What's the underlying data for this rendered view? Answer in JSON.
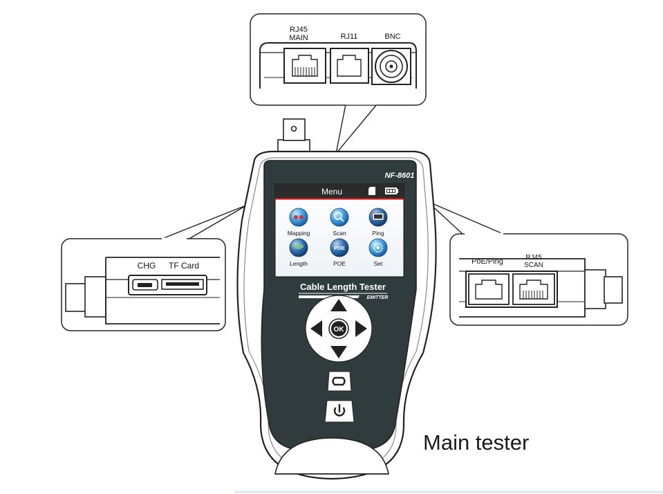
{
  "top_callout": {
    "rj45_main_line1": "RJ45",
    "rj45_main_line2": "MAIN",
    "rj11": "RJ11",
    "bnc": "BNC"
  },
  "left_callout": {
    "chg": "CHG",
    "tf_card": "TF Card"
  },
  "right_callout": {
    "poe_ping": "PoE/Ping",
    "rj45_scan_line1": "RJ45",
    "rj45_scan_line2": "SCAN"
  },
  "device": {
    "model": "NF-8601",
    "screen_title": "Menu",
    "menu_items": [
      "Mapping",
      "Scan",
      "Ping",
      "Length",
      "POE",
      "Set"
    ],
    "poe_icon_text": "POE",
    "brand_line": "Cable Length Tester",
    "sub_line": "EMITTER",
    "ok_label": "OK"
  },
  "caption": "Main tester"
}
